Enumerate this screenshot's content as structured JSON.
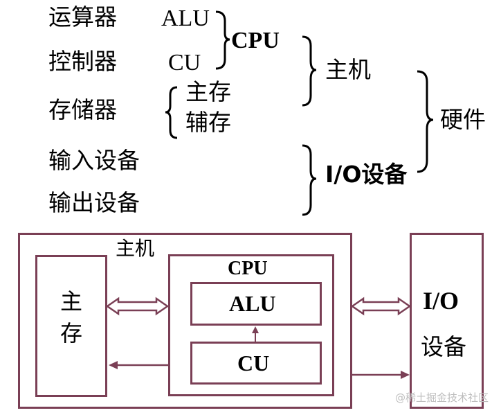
{
  "classification": {
    "alu_name": "运算器",
    "alu_abbr": "ALU",
    "cu_name": "控制器",
    "cu_abbr": "CU",
    "cpu": "CPU",
    "memory": "存储器",
    "main_memory": "主存",
    "aux_memory": "辅存",
    "input": "输入设备",
    "output": "输出设备",
    "host": "主机",
    "io": "I/O设备",
    "hardware": "硬件"
  },
  "block": {
    "host_label": "主机",
    "main_memory_line1": "主",
    "main_memory_line2": "存",
    "cpu_label": "CPU",
    "alu_label": "ALU",
    "cu_label": "CU",
    "io_line1": "I/O",
    "io_line2": "设备"
  },
  "watermark": "@稀土掘金技术社区",
  "colors": {
    "box": "#7a3f55",
    "text": "#000000"
  }
}
